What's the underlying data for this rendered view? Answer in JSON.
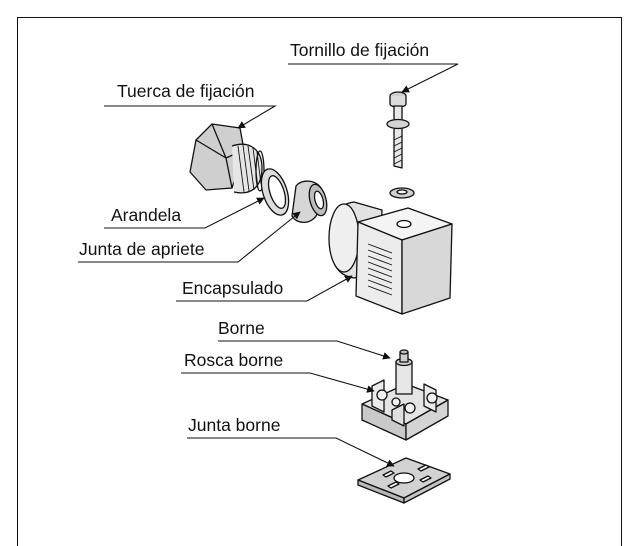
{
  "diagram": {
    "labels": {
      "tornillo": "Tornillo de fijación",
      "tuerca": "Tuerca de fijación",
      "arandela": "Arandela",
      "junta_apriete": "Junta de apriete",
      "encapsulado": "Encapsulado",
      "borne": "Borne",
      "rosca_borne": "Rosca borne",
      "junta_borne": "Junta borne"
    }
  }
}
